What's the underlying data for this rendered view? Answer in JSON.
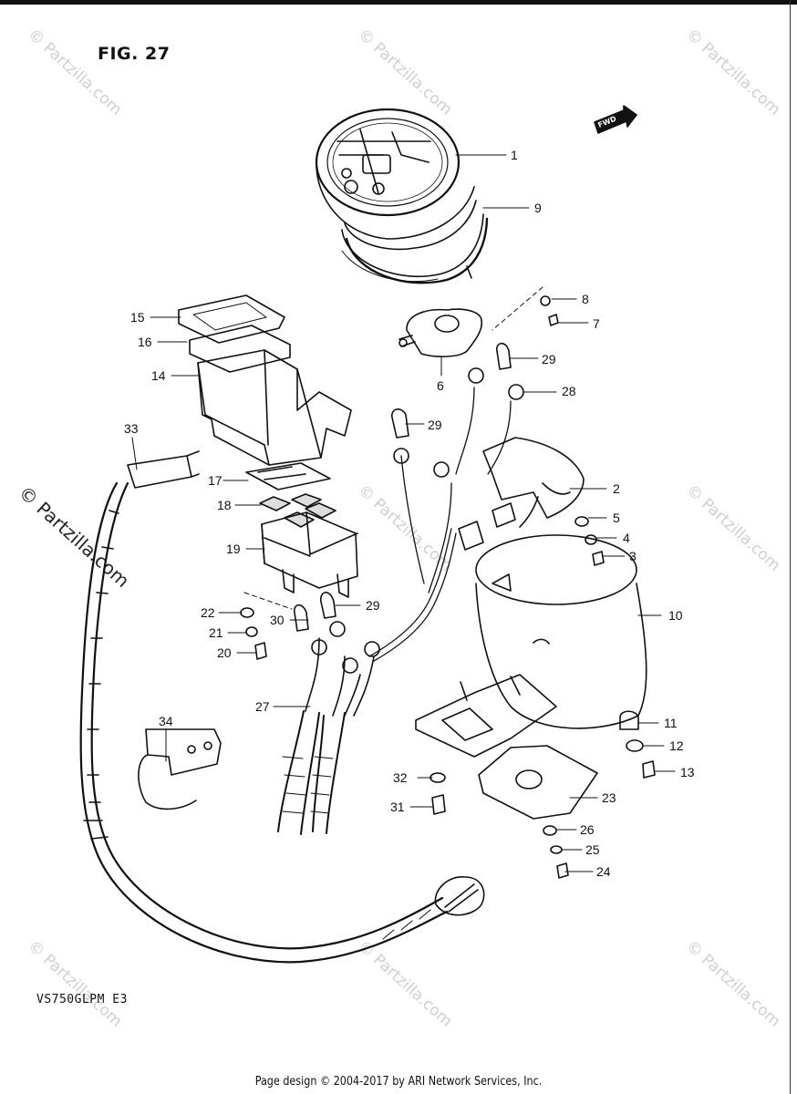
{
  "figure": {
    "title": "FIG. 27"
  },
  "model": "VS750GLPM  E3",
  "footer": "Page design © 2004-2017 by ARI Network Services, Inc.",
  "watermark": {
    "text": "© Partzilla.com",
    "faint_color": "#cfcfcf",
    "dark_color": "#222222"
  },
  "fwd_label": "FWD",
  "callouts": [
    "1",
    "9",
    "8",
    "7",
    "6",
    "29",
    "28",
    "29",
    "15",
    "16",
    "14",
    "33",
    "17",
    "18",
    "19",
    "2",
    "5",
    "4",
    "3",
    "10",
    "22",
    "29",
    "21",
    "30",
    "20",
    "27",
    "34",
    "11",
    "12",
    "13",
    "32",
    "23",
    "31",
    "26",
    "25",
    "24"
  ]
}
